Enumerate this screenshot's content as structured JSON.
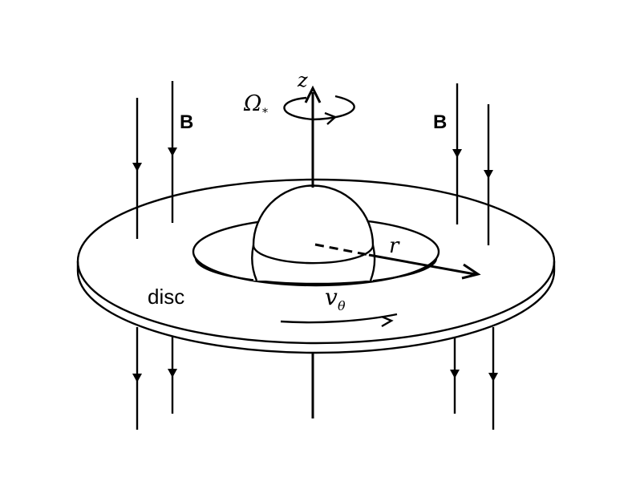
{
  "labels": {
    "z_axis": "z",
    "omega_main": "Ω",
    "omega_sub": "*",
    "field_left": "B",
    "field_right": "B",
    "radius": "r",
    "velocity_main": "v",
    "velocity_sub": "θ",
    "disc": "disc"
  }
}
